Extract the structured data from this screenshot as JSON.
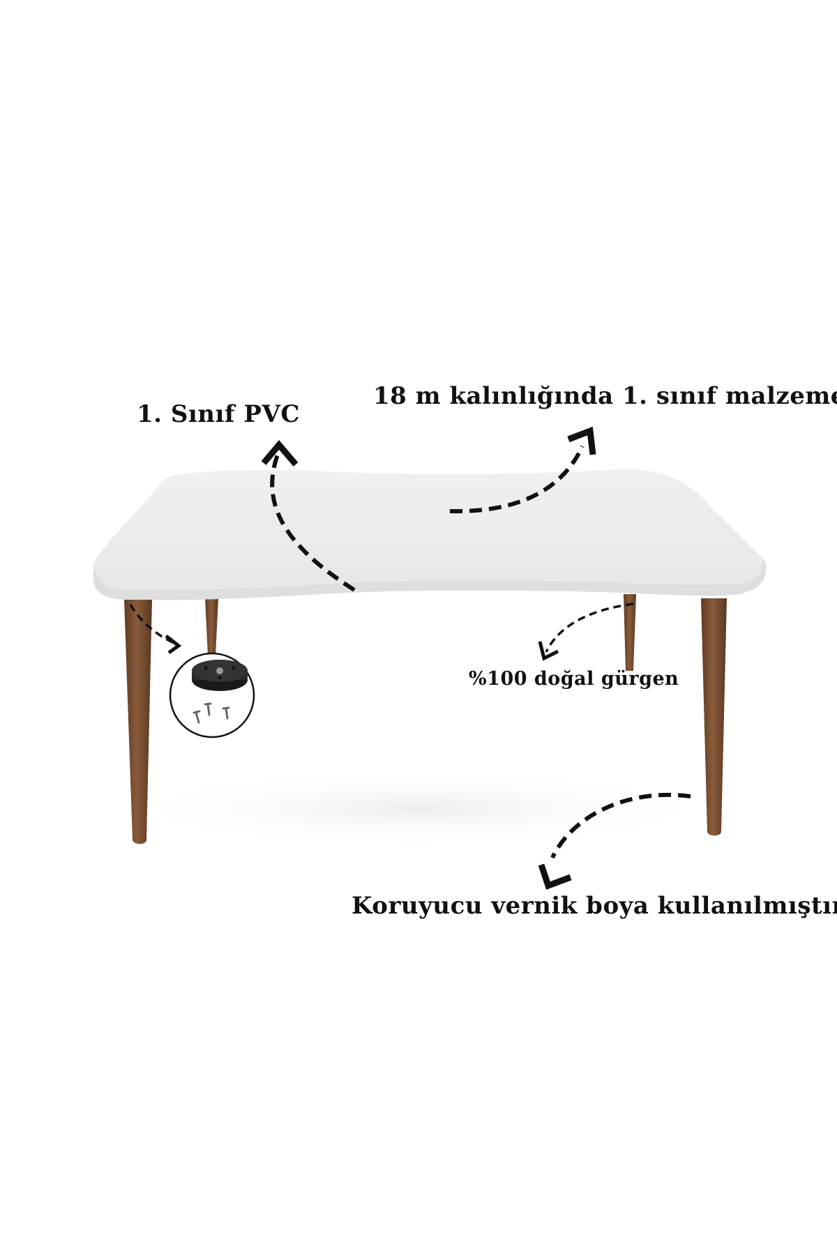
{
  "annotations": {
    "pvc": "1. Sınıf PVC",
    "thickness": "18 m kalınlığında 1. sınıf malzeme",
    "wood": "%100 doğal gürgen",
    "varnish": "Koruyucu vernik boya kullanılmıştır"
  },
  "product": {
    "type": "coffee table",
    "top_color": "#ececec",
    "leg_color": "#7b5136"
  },
  "colors": {
    "arrow": "#111111",
    "background": "#ffffff"
  }
}
